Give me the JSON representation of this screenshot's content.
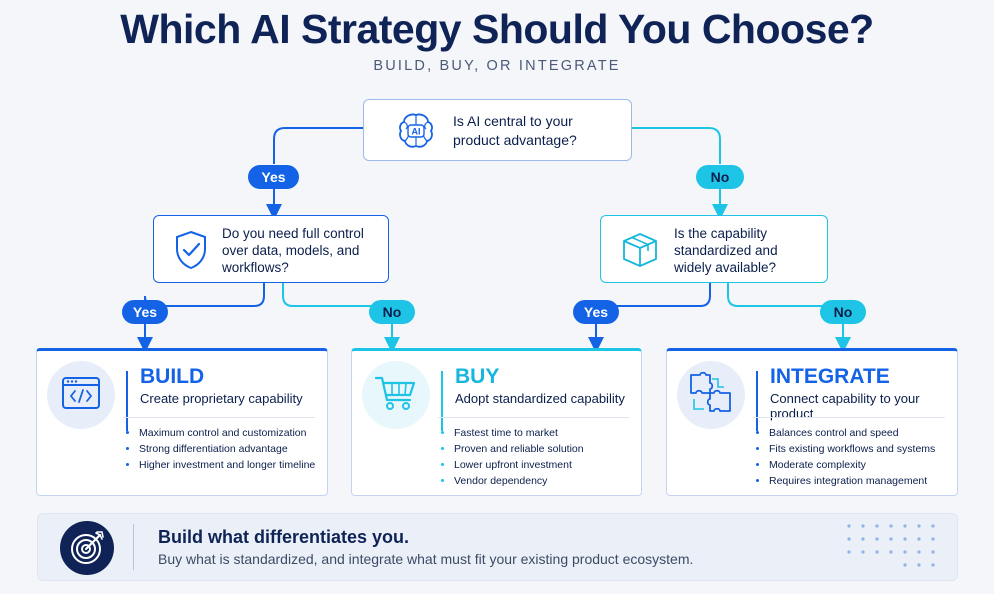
{
  "header": {
    "title": "Which AI Strategy Should You Choose?",
    "subtitle": "BUILD, BUY, OR INTEGRATE"
  },
  "top_question": {
    "icon": "ai-brain-icon",
    "icon_text": "AI",
    "text": "Is AI central to your product advantage?"
  },
  "left_question": {
    "icon": "shield-check-icon",
    "text": "Do you need full control over data, models, and workflows?"
  },
  "right_question": {
    "icon": "box-icon",
    "text": "Is the capability standardized and widely available?"
  },
  "answers": {
    "top_yes": "Yes",
    "top_no": "No",
    "left_yes": "Yes",
    "left_no": "No",
    "right_yes": "Yes",
    "right_no": "No"
  },
  "cards": [
    {
      "icon": "code-window-icon",
      "title": "BUILD",
      "subtitle": "Create proprietary capability",
      "bullets": [
        "Maximum control and customization",
        "Strong differentiation advantage",
        "Higher investment and longer timeline"
      ]
    },
    {
      "icon": "shopping-cart-icon",
      "title": "BUY",
      "subtitle": "Adopt standardized capability",
      "bullets": [
        "Fastest time to market",
        "Proven and reliable solution",
        "Lower upfront investment",
        "Vendor dependency"
      ]
    },
    {
      "icon": "puzzle-icon",
      "title": "INTEGRATE",
      "subtitle": "Connect capability to your product",
      "bullets": [
        "Balances control and speed",
        "Fits existing workflows and systems",
        "Moderate complexity",
        "Requires integration management"
      ]
    }
  ],
  "footer": {
    "icon": "target-icon",
    "headline": "Build what differentiates you.",
    "text": "Buy what is standardized, and integrate what must fit your existing product ecosystem."
  },
  "colors": {
    "navy": "#0f2356",
    "blue": "#1463e6",
    "cyan": "#1ec4e6"
  }
}
